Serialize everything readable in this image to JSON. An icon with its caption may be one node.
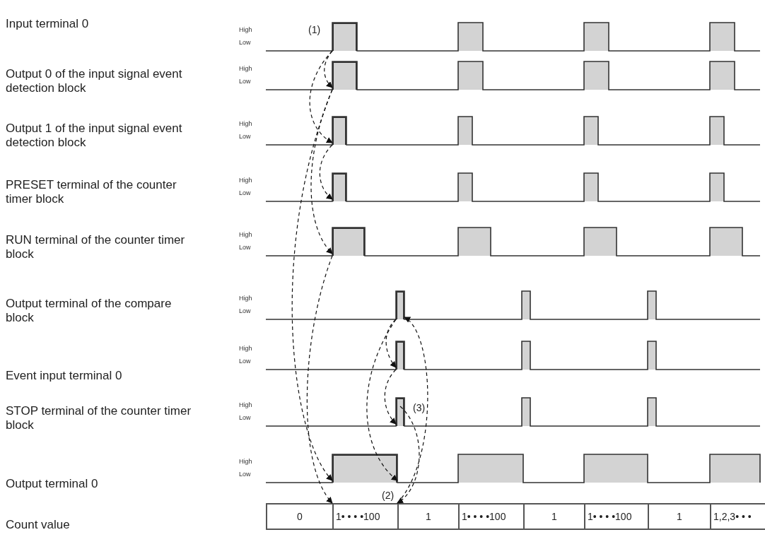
{
  "diagram": {
    "nodes": [
      {
        "text": [],
        "shape": "bar"
      },
      {
        "text": [],
        "shape": "bar"
      },
      {
        "text": [],
        "shape": "bar"
      },
      {
        "text": [],
        "shape": "bar"
      },
      {
        "text": [],
        "shape": "bar"
      },
      {
        "text": [],
        "shape": "bar"
      },
      {
        "text": [],
        "shape": "bar"
      },
      {
        "text": [],
        "shape": "bar"
      },
      {
        "text": [],
        "shape": "bar"
      },
      {
        "text": [
          "0"
        ]
      },
      {
        "text": [
          "1• • • •100"
        ]
      },
      {
        "text": [
          "1"
        ]
      },
      {
        "text": [
          "1• • • •100"
        ]
      },
      {
        "text": [
          "1"
        ]
      },
      {
        "text": [
          "1• • • •100"
        ]
      },
      {
        "text": [
          "1"
        ]
      },
      {
        "text": [
          "1,2,3• • •"
        ]
      }
    ],
    "edges": [
      {
        "from": 0,
        "to": 1,
        "arrow": "to",
        "style": "dashed"
      },
      {
        "from": 0,
        "to": 2,
        "arrow": "to",
        "style": "dashed"
      },
      {
        "from": 1,
        "to": 4,
        "arrow": "to",
        "style": "dashed"
      },
      {
        "from": 1,
        "to": 8,
        "arrow": "to",
        "style": "dashed"
      },
      {
        "from": 2,
        "to": 3,
        "arrow": "to",
        "style": "dashed"
      },
      {
        "from": 4,
        "to": 10,
        "arrow": "to",
        "style": "dashed"
      },
      {
        "from": 10,
        "to": 5,
        "arrow": "to",
        "style": "dashed"
      },
      {
        "from": 5,
        "to": 6,
        "arrow": "to",
        "style": "dashed"
      },
      {
        "from": 5,
        "to": 8,
        "arrow": "to",
        "style": "dashed"
      },
      {
        "from": 6,
        "to": 7,
        "arrow": "to",
        "style": "dashed"
      },
      {
        "from": 7,
        "to": 11,
        "arrow": "to",
        "style": "dashed"
      }
    ],
    "labels": [
      "Input terminal 0",
      "High",
      "Low",
      "(1)",
      "Output 0 of the input signal event detection block",
      "High",
      "Low",
      "Output 1 of the input signal event detection block",
      "High",
      "Low",
      "PRESET terminal of the counter timer block",
      "High",
      "Low",
      "RUN terminal of the counter timer block",
      "High",
      "Low",
      "Output terminal of the compare block",
      "High",
      "Low",
      "Event input terminal 0",
      "High",
      "Low",
      "STOP terminal of the counter timer block",
      "High",
      "Low",
      "(3)",
      "Output terminal 0",
      "High",
      "Low",
      "(2)",
      "Count value"
    ]
  }
}
